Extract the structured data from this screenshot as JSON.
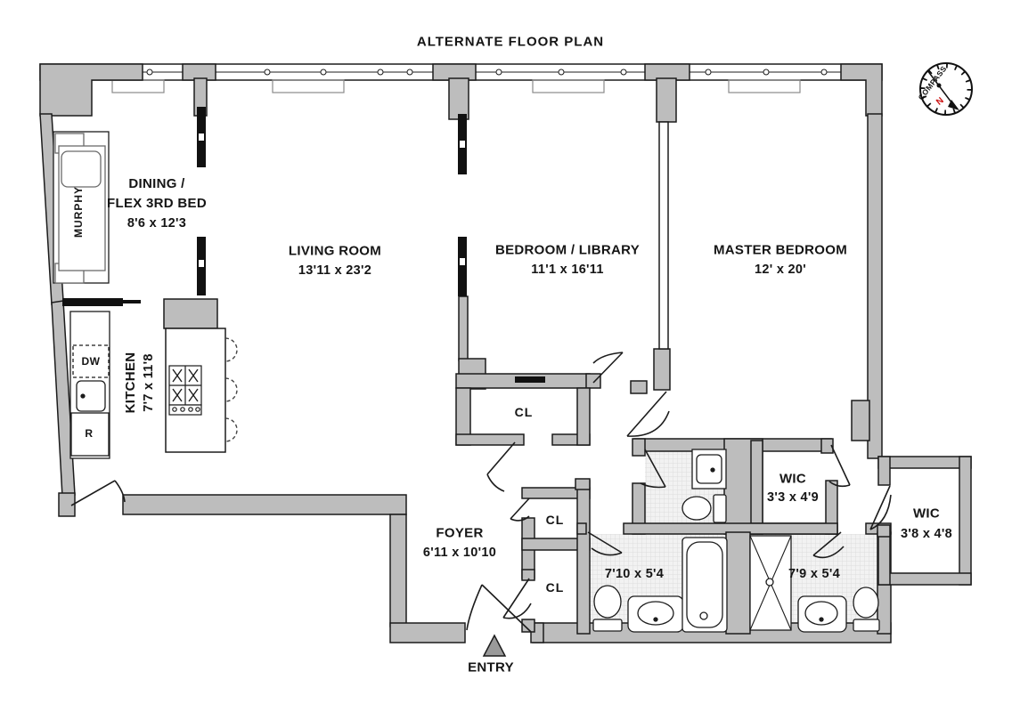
{
  "title": "ALTERNATE FLOOR PLAN",
  "rooms": {
    "dining": {
      "line1": "DINING /",
      "line2": "FLEX 3RD BED",
      "dims": "8'6 x 12'3"
    },
    "living": {
      "name": "LIVING ROOM",
      "dims": "13'11 x 23'2"
    },
    "bedroom_library": {
      "name": "BEDROOM / LIBRARY",
      "dims": "11'1 x 16'11"
    },
    "master_bedroom": {
      "name": "MASTER BEDROOM",
      "dims": "12' x 20'"
    },
    "kitchen": {
      "name": "KITCHEN",
      "dims": "7'7 x 11'8"
    },
    "foyer": {
      "name": "FOYER",
      "dims": "6'11 x 10'10"
    },
    "wic_1": {
      "name": "WIC",
      "dims": "3'3 x 4'9"
    },
    "wic_2": {
      "name": "WIC",
      "dims": "3'8 x 4'8"
    },
    "bath_1": {
      "dims": "7'10 x 5'4"
    },
    "bath_2": {
      "dims": "7'9 x 5'4"
    }
  },
  "closets": {
    "closet_1": "CL",
    "closet_2": "CL",
    "closet_3": "CL"
  },
  "fixtures": {
    "murphy_bed": "MURPHY",
    "dishwasher": "DW",
    "refrigerator": "R"
  },
  "entry": {
    "label": "ENTRY"
  },
  "compass": {
    "label": "COMPASS",
    "north": "N"
  },
  "colors": {
    "wall_fill": "#bdbdbd",
    "line": "#1c1c1c",
    "north_red": "#cc1111",
    "tile": "#d8d8d8"
  }
}
